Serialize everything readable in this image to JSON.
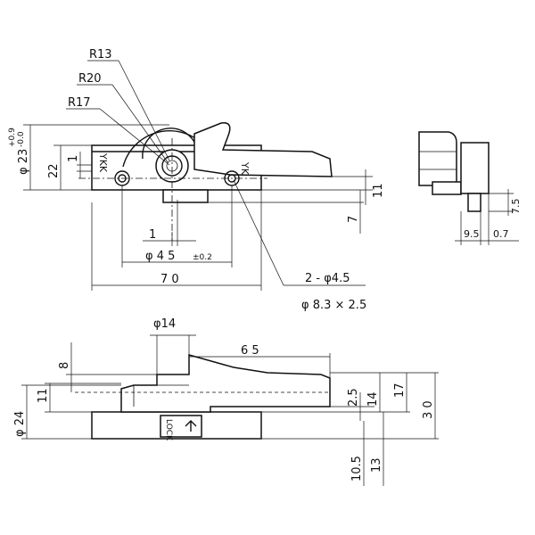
{
  "dims": {
    "r13": "R13",
    "r20": "R20",
    "r17": "R17",
    "dia23": "φ 23",
    "tol_plus": "+0.9",
    "tol_minus": "-0.0",
    "d22": "22",
    "d1_left": "1",
    "d11_right": "11",
    "d7": "7",
    "d1_bottom": "1",
    "dia45": "φ 4 5",
    "tol45": "±0.2",
    "d70": "7 0",
    "holes": "2 - φ4.5",
    "counterbore": "φ 8.3 × 2.5",
    "dia14": "φ14",
    "d65": "6 5",
    "d8": "8",
    "d11_front": "11",
    "dia24": "φ 24",
    "d2_5": "2.5",
    "d14": "14",
    "d17": "17",
    "d30": "3 0",
    "d10_5": "10.5",
    "d13": "13",
    "d7_5": "7.5",
    "d9_5": "9.5",
    "d0_7": "0.7"
  },
  "marks": {
    "ykk_left": "YKK",
    "yk_right": "YK",
    "lock": "LOCK"
  }
}
